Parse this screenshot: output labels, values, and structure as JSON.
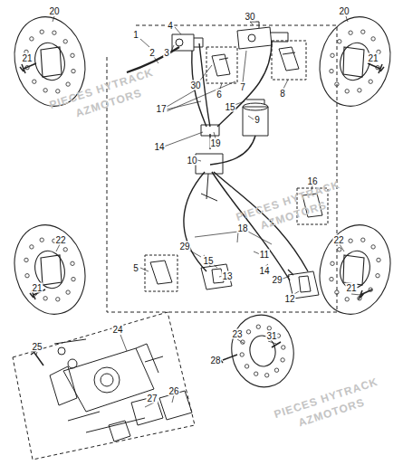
{
  "diagram": {
    "labels": [
      "20",
      "21",
      "1",
      "2",
      "3",
      "4",
      "30",
      "20",
      "21",
      "30",
      "6",
      "7",
      "8",
      "17",
      "15",
      "9",
      "14",
      "19",
      "10",
      "16",
      "18",
      "11",
      "14",
      "22",
      "22",
      "29",
      "15",
      "5",
      "13",
      "29",
      "12",
      "21",
      "21",
      "24",
      "25",
      "23",
      "31",
      "28",
      "26",
      "27",
      "PIECES HYTRACK",
      "AZMOTORS",
      "PIECES HYTRACK",
      "AZMOTORS",
      "PIECES HYTRACK",
      "AZMOTORS"
    ]
  }
}
